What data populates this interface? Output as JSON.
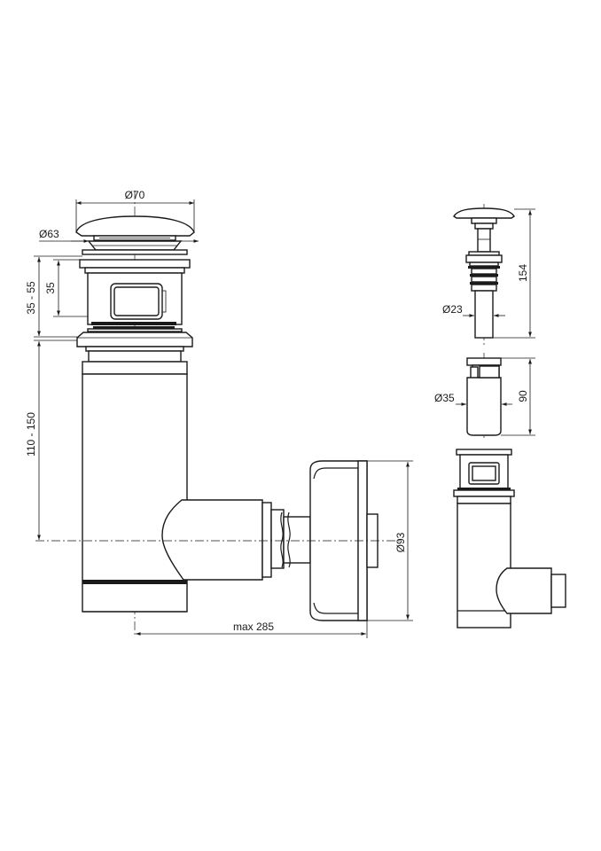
{
  "dimensions": {
    "main_cap_diameter": "Ø70",
    "main_waste_diameter": "Ø63",
    "main_waste_height": "35",
    "main_waste_range": "35 - 55",
    "main_height_range": "110 - 150",
    "main_cap_depth": "Ø93",
    "main_max_length": "max 285",
    "side_plug_height": "154",
    "side_plug_stem_diameter": "Ø23",
    "side_cup_height": "90",
    "side_cup_diameter": "Ø35"
  }
}
